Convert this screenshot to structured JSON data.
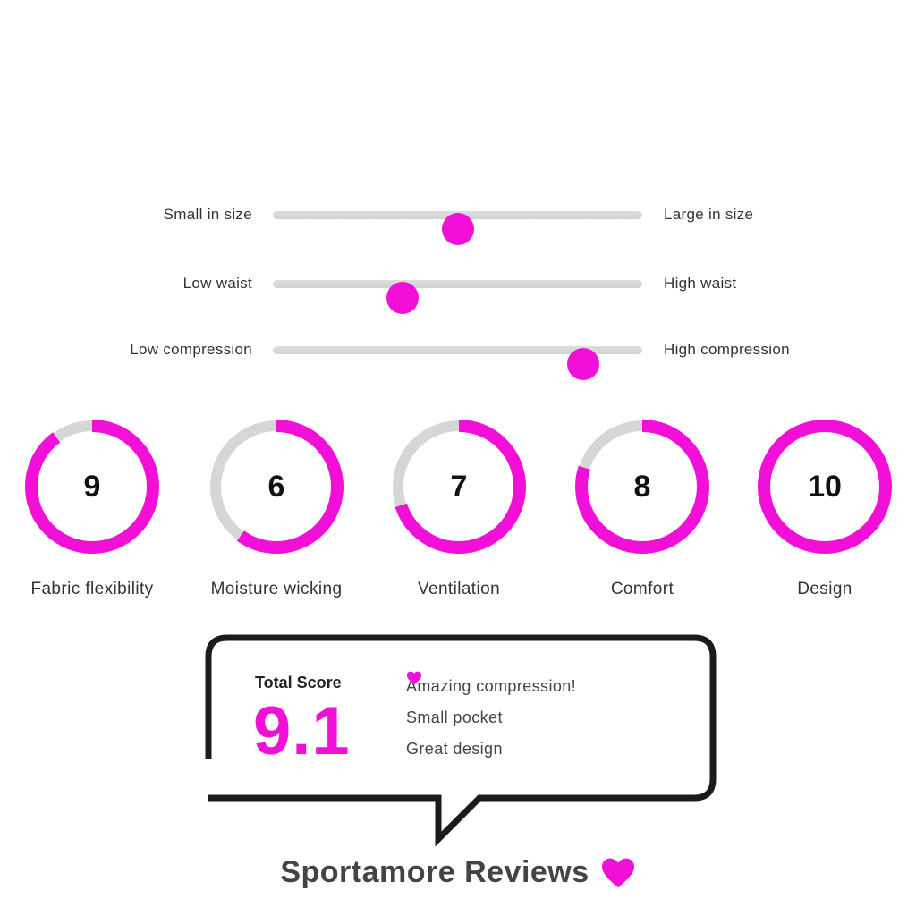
{
  "accent_color": "#f20fd8",
  "track_color": "#d6d6d6",
  "sliders": [
    {
      "left_label": "Small in size",
      "right_label": "Large in size",
      "position": 0.5
    },
    {
      "left_label": "Low waist",
      "right_label": "High waist",
      "position": 0.35
    },
    {
      "left_label": "Low compression",
      "right_label": "High compression",
      "position": 0.84
    }
  ],
  "ratings_max": 10,
  "ratings": [
    {
      "label": "Fabric flexibility",
      "value": 9
    },
    {
      "label": "Moisture wicking",
      "value": 6
    },
    {
      "label": "Ventilation",
      "value": 7
    },
    {
      "label": "Comfort",
      "value": 8
    },
    {
      "label": "Design",
      "value": 10
    }
  ],
  "summary": {
    "total_label": "Total Score",
    "total_value": "9.1",
    "pros": [
      "Amazing compression!",
      "Small pocket",
      "Great design"
    ],
    "bullet_icon": "heart-icon"
  },
  "brand": {
    "name": "Sportamore Reviews",
    "icon": "heart-icon"
  }
}
